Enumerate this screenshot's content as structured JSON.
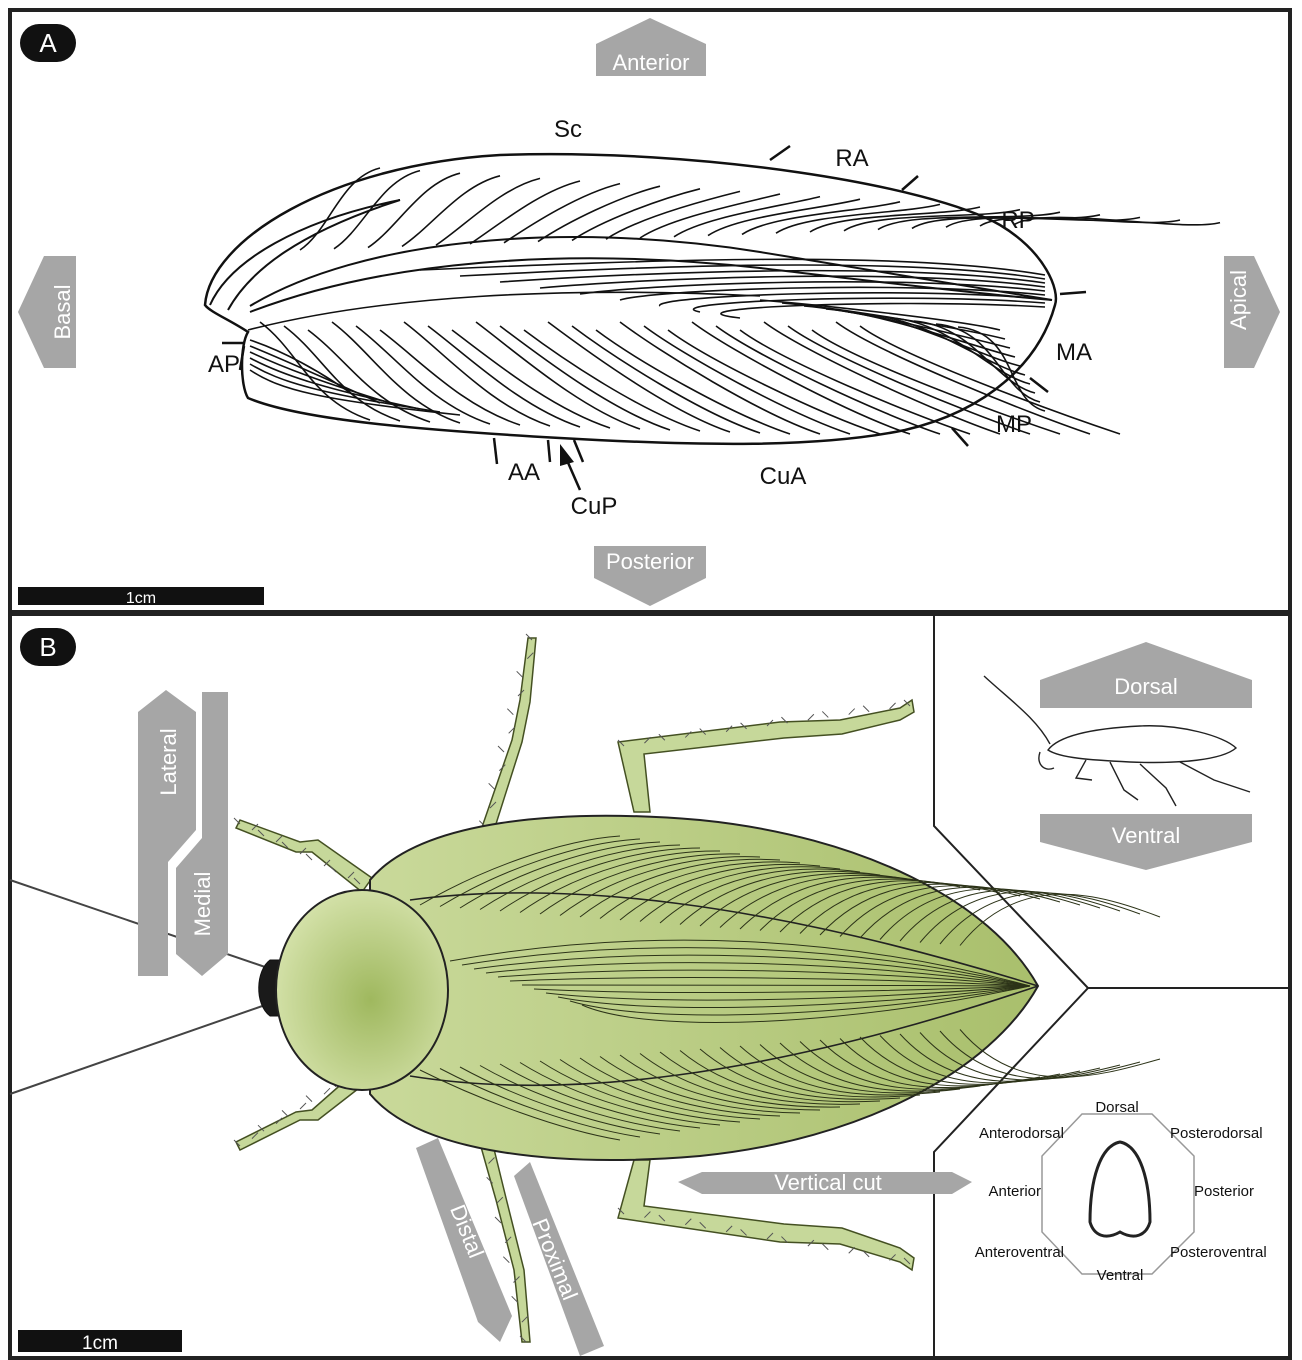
{
  "panel_a": {
    "badge": "A",
    "directions": {
      "anterior": "Anterior",
      "posterior": "Posterior",
      "basal": "Basal",
      "apical": "Apical"
    },
    "veins": {
      "sc": "Sc",
      "ra": "RA",
      "rp": "RP",
      "ma": "MA",
      "mp": "MP",
      "cua": "CuA",
      "cup": "CuP",
      "aa": "AA",
      "ap": "AP"
    },
    "scale_bar": "1cm"
  },
  "panel_b": {
    "badge": "B",
    "directions": {
      "lateral": "Lateral",
      "medial": "Medial",
      "distal": "Distal",
      "proximal": "Proximal",
      "vertical_cut": "Vertical cut"
    },
    "side_view": {
      "dorsal": "Dorsal",
      "ventral": "Ventral"
    },
    "octagon": {
      "dorsal": "Dorsal",
      "ventral": "Ventral",
      "anterior": "Anterior",
      "posterior": "Posterior",
      "anterodorsal": "Anterodorsal",
      "posterodorsal": "Posterodorsal",
      "anteroventral": "Anteroventral",
      "posteroventral": "Posteroventral"
    },
    "scale_bar": "1cm"
  },
  "colors": {
    "arrow_grey": "#a6a6a6",
    "body_green": "#b8cc82",
    "leg_green": "#c6d89a",
    "outline": "#222222"
  }
}
